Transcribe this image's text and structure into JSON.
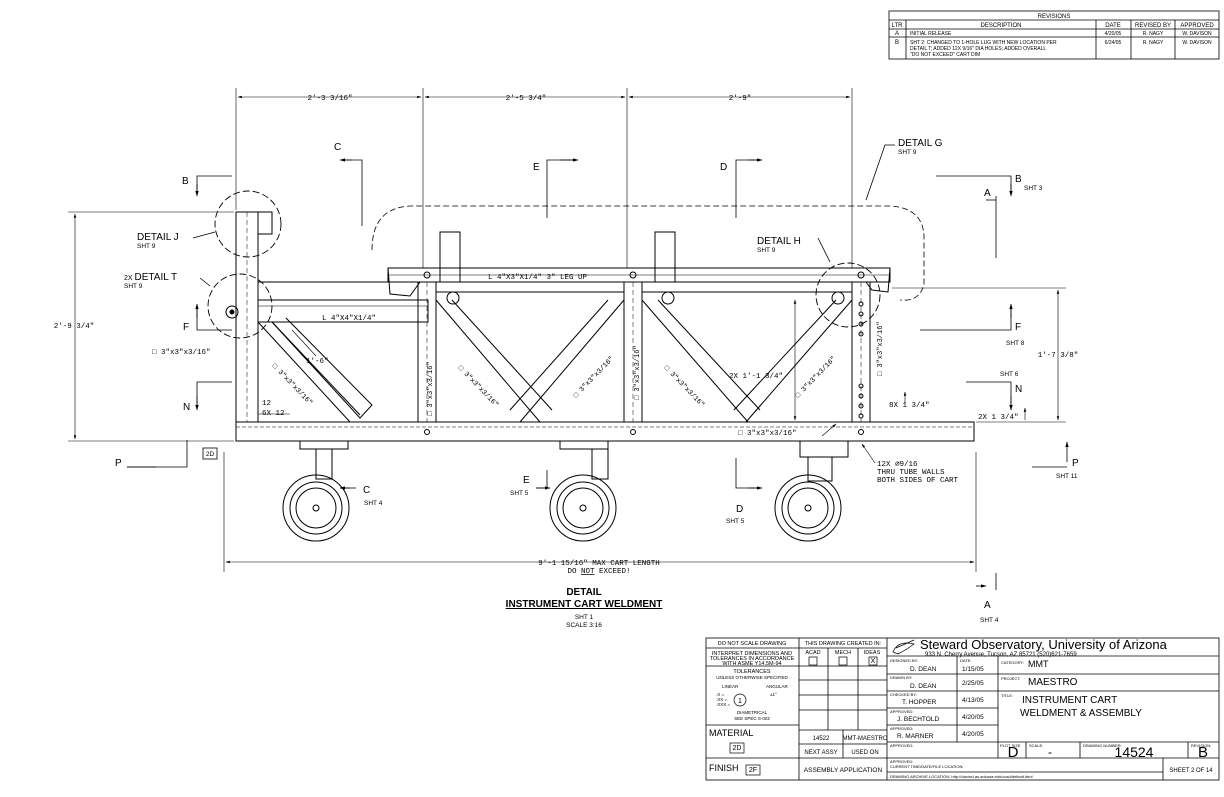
{
  "revisions": {
    "title": "REVISIONS",
    "headers": [
      "LTR",
      "DESCRIPTION",
      "DATE",
      "REVISED BY",
      "APPROVED"
    ],
    "rows": [
      {
        "ltr": "A",
        "desc": [
          "INITIAL RELEASE"
        ],
        "date": "4/20/05",
        "revised": "R. NAGY",
        "approved": "W. DAVISON"
      },
      {
        "ltr": "B",
        "desc": [
          "SHT 2: CHANGED TO 1-HOLE LUG WITH NEW LOCATION PER",
          "DETAIL T; ADDED 12X 9/16\" DIA HOLES; ADDED OVERALL",
          "\"DO NOT EXCEED\" CART DIM"
        ],
        "date": "6/24/05",
        "revised": "R. NAGY",
        "approved": "W. DAVISON"
      }
    ]
  },
  "dimensions": {
    "top1": "2'-3 3/16\"",
    "top2": "2'-5 3/4\"",
    "top3": "2'-9\"",
    "left_height": "2'-9 3/4\"",
    "right_height": "1'-7 3/8\"",
    "angle_len": "1'-6\"",
    "center_height": "2X 1'-1 3/4\"",
    "holes_8x": "8X 1 3/4\"",
    "holes_2x": "2X 1 3/4\"",
    "twelve": "12",
    "six_x": "6X 12",
    "overall_len": "9'-1 15/16\" MAX CART LENGTH",
    "do_not_exceed_pre": "DO ",
    "do_not_exceed_not": "NOT",
    "do_not_exceed_post": " EXCEED!"
  },
  "labels": {
    "angle_top": "L 4\"X3\"X1/4\" 3\" LEG UP",
    "angle_mid": "L 4\"X4\"X1/4\"",
    "tube": "□ 3\"x3\"x3/16\"",
    "tube_bottom": "□ 3\"x3\"x3/16\"",
    "tube_left": "□ 3\"x3\"x3/16\"",
    "holes_note": [
      "12X ⌀9/16",
      "THRU TUBE WALLS",
      "BOTH SIDES OF CART"
    ],
    "tag_2d": "2D"
  },
  "callouts": {
    "detail_j": "DETAIL J",
    "detail_j_sht": "SHT 9",
    "detail_t_pre": "2X ",
    "detail_t": "DETAIL T",
    "detail_t_sht": "SHT 9",
    "detail_h": "DETAIL H",
    "detail_h_sht": "SHT 9",
    "detail_g": "DETAIL G",
    "detail_g_sht": "SHT 9",
    "c": "C",
    "c_sht": "SHT 4",
    "e": "E",
    "e_sht": "SHT 5",
    "d": "D",
    "d_sht": "SHT 5",
    "b": "B",
    "b_sht": "SHT 3",
    "a": "A",
    "a_sht": "SHT 4",
    "f": "F",
    "f_sht": "SHT 8",
    "n": "N",
    "n_sht": "SHT 6",
    "p": "P",
    "p_sht": "SHT 11"
  },
  "view": {
    "title1": "DETAIL",
    "title2": "INSTRUMENT CART WELDMENT",
    "sheet": "SHT 1",
    "scale": "SCALE 3:16"
  },
  "title_block": {
    "do_not_scale": "DO NOT SCALE DRAWING",
    "interpret": [
      "INTERPRET DIMENSIONS AND",
      "TOLERANCES IN ACCORDANCE",
      "WITH ASME Y14.5M-94"
    ],
    "tolerances": "TOLERANCES",
    "unless": "UNLESS OTHERWISE SPECIFIED",
    "linear": "LINEAR",
    "angular": "ANGULAR",
    "tol_x": ".X  =",
    "tol_xx": ".XX =",
    "tol_xxx": ".XXX =",
    "angular_val": "±1°",
    "tol_mark": "1",
    "diametrical": "DIAMETRICAL",
    "spec": "SEE SPEC S-002",
    "drawing_created": "THIS DRAWING CREATED IN:",
    "acad": "ACAD",
    "mech": "MECH",
    "ideas": "IDEAS",
    "ideas_mark": "X",
    "material": "MATERIAL",
    "material_tag": "2D",
    "finish": "FINISH",
    "finish_tag": "2F",
    "next_assy_num": "14522",
    "used_on_name": "MMT-MAESTRO",
    "next_assy": "NEXT ASSY",
    "used_on": "USED ON",
    "assembly_application": "ASSEMBLY APPLICATION",
    "org": "Steward Observatory, University of Arizona",
    "address": "933 N. Cherry Avenue, Tucson, AZ  85721  (520)621-7659",
    "designed_lbl": "DESIGNED BY:",
    "designed": "D. DEAN",
    "designed_date_lbl": "DATE:",
    "designed_date": "1/15/05",
    "drawn_lbl": "DRAWN BY:",
    "drawn": "D. DEAN",
    "drawn_date": "2/25/05",
    "checked_lbl": "CHECKED BY:",
    "checked": "T. HOPPER",
    "checked_date": "4/13/05",
    "approved1_lbl": "APPROVED:",
    "approved1": "J. BECHTOLD",
    "approved1_date": "4/20/05",
    "approved2_lbl": "APPROVED:",
    "approved2": "R. MARNER",
    "approved2_date": "4/20/05",
    "approved3_lbl": "APPROVED:",
    "approved4_lbl": "APPROVED:",
    "category_lbl": "CATEGORY:",
    "category": "MMT",
    "project_lbl": "PROJECT:",
    "project": "MAESTRO",
    "title_lbl": "TITLE:",
    "title_line1": "INSTRUMENT CART",
    "title_line2": "WELDMENT & ASSEMBLY",
    "plot_size_lbl": "PLOT SIZE",
    "plot_size": "D",
    "scale_lbl": "SCALE:",
    "scale": "-",
    "drawing_number_lbl": "DRAWING NUMBER:",
    "drawing_number": "14524",
    "revision_lbl": "REVISION:",
    "revision": "B",
    "current_time_lbl": "CURRENT TIME/DATE/FILE LOCATION:",
    "archive_lbl": "DRAWING ARCHIVE LOCATION:",
    "archive_url": "http://davinci.as.arizona.edu/ccad/default.html",
    "sheet": "SHEET 2 OF 14"
  }
}
